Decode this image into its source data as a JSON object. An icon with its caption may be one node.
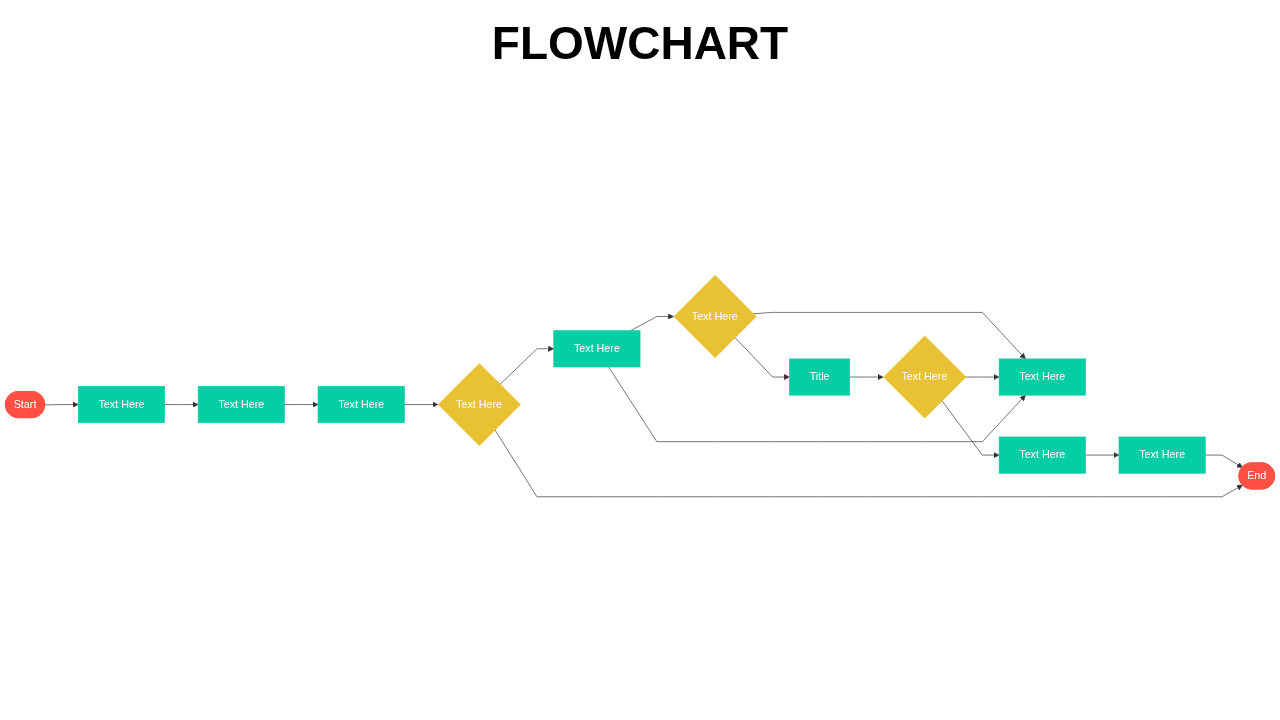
{
  "diagram": {
    "title": "FLOWCHART",
    "nodes": [
      {
        "text": [
          "Start"
        ]
      },
      {
        "text": [
          "Text Here"
        ]
      },
      {
        "text": [
          "Text Here"
        ]
      },
      {
        "text": [
          "Text Here"
        ]
      },
      {
        "text": [
          "Title"
        ]
      },
      {
        "text": [
          "Text Here"
        ]
      },
      {
        "text": [
          "Text Here"
        ]
      },
      {
        "text": [
          "Text Here"
        ]
      },
      {
        "text": [
          "Text Here"
        ]
      },
      {
        "text": [
          "Text Here"
        ]
      },
      {
        "text": [
          "Text Here"
        ]
      },
      {
        "text": [
          "Text Here"
        ]
      },
      {
        "text": [
          "End"
        ]
      }
    ],
    "edges": [
      {
        "from": 0,
        "to": 1,
        "arrow": "to"
      },
      {
        "from": 1,
        "to": 2,
        "arrow": "to"
      },
      {
        "from": 2,
        "to": 3,
        "arrow": "to"
      },
      {
        "from": 3,
        "to": 7,
        "arrow": "to"
      },
      {
        "from": 7,
        "to": 6,
        "arrow": "to"
      },
      {
        "from": 6,
        "to": 5,
        "arrow": "to"
      },
      {
        "from": 5,
        "to": 4,
        "arrow": "to"
      },
      {
        "from": 4,
        "to": 8,
        "arrow": "to"
      },
      {
        "from": 5,
        "to": 9,
        "arrow": "to"
      },
      {
        "from": 8,
        "to": 9,
        "arrow": "to"
      },
      {
        "from": 6,
        "to": 9,
        "arrow": "to"
      },
      {
        "from": 8,
        "to": 10,
        "arrow": "to"
      },
      {
        "from": 10,
        "to": 11,
        "arrow": "to"
      },
      {
        "from": 11,
        "to": 12,
        "arrow": "to"
      },
      {
        "from": 7,
        "to": 12,
        "arrow": "to"
      }
    ]
  }
}
